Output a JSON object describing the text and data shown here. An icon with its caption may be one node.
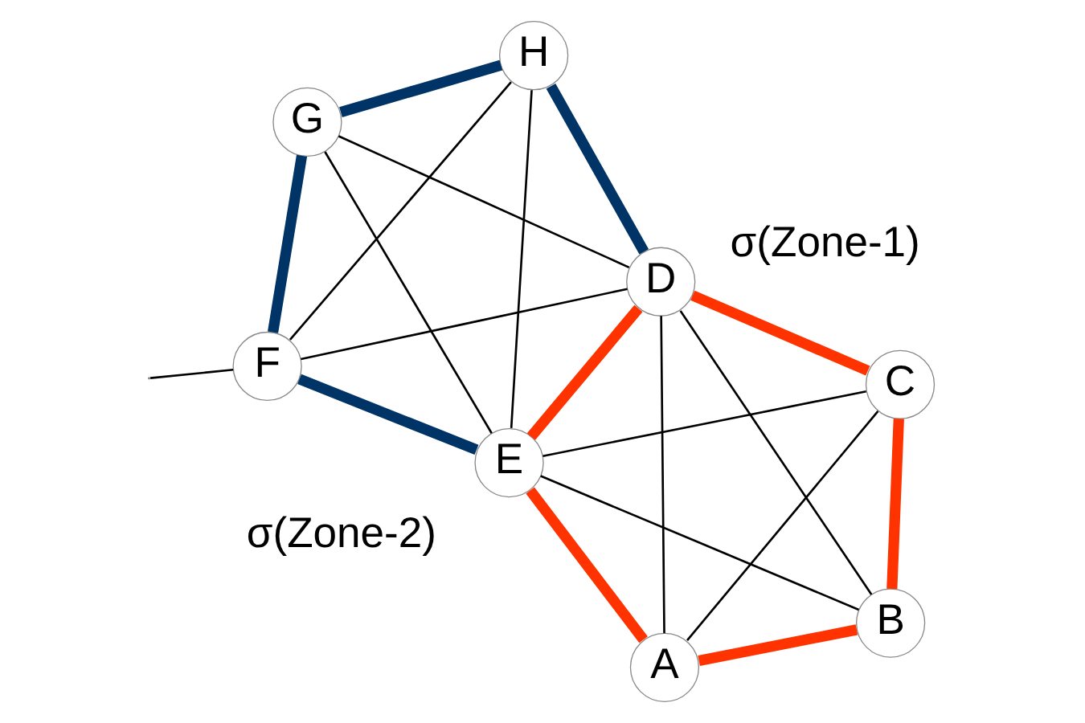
{
  "diagram": {
    "nodes": [
      {
        "text": [
          "A"
        ]
      },
      {
        "text": [
          "B"
        ]
      },
      {
        "text": [
          "C"
        ]
      },
      {
        "text": [
          "D"
        ]
      },
      {
        "text": [
          "E"
        ]
      },
      {
        "text": [
          "F"
        ]
      },
      {
        "text": [
          "G"
        ]
      },
      {
        "text": [
          "H"
        ]
      }
    ],
    "edges": [
      {
        "from": 0,
        "to": 1,
        "arrow": "none",
        "style": "thick",
        "color": "#ff3300"
      },
      {
        "from": 1,
        "to": 2,
        "arrow": "none",
        "style": "thick",
        "color": "#ff3300"
      },
      {
        "from": 2,
        "to": 3,
        "arrow": "none",
        "style": "thick",
        "color": "#ff3300"
      },
      {
        "from": 3,
        "to": 4,
        "arrow": "none",
        "style": "thick",
        "color": "#ff3300"
      },
      {
        "from": 4,
        "to": 0,
        "arrow": "none",
        "style": "thick",
        "color": "#ff3300"
      },
      {
        "from": 0,
        "to": 2,
        "arrow": "none"
      },
      {
        "from": 0,
        "to": 3,
        "arrow": "none"
      },
      {
        "from": 1,
        "to": 3,
        "arrow": "none"
      },
      {
        "from": 1,
        "to": 4,
        "arrow": "none"
      },
      {
        "from": 2,
        "to": 4,
        "arrow": "none"
      },
      {
        "from": 4,
        "to": 5,
        "arrow": "none",
        "style": "thick",
        "color": "#003366"
      },
      {
        "from": 5,
        "to": 6,
        "arrow": "none",
        "style": "thick",
        "color": "#003366"
      },
      {
        "from": 6,
        "to": 7,
        "arrow": "none",
        "style": "thick",
        "color": "#003366"
      },
      {
        "from": 7,
        "to": 3,
        "arrow": "none",
        "style": "thick",
        "color": "#003366"
      },
      {
        "from": 4,
        "to": 6,
        "arrow": "none"
      },
      {
        "from": 4,
        "to": 7,
        "arrow": "none"
      },
      {
        "from": 5,
        "to": 7,
        "arrow": "none"
      },
      {
        "from": 5,
        "to": 3,
        "arrow": "none"
      },
      {
        "from": 6,
        "to": 3,
        "arrow": "none"
      },
      {
        "from": 5,
        "to": null,
        "arrow": "none"
      }
    ],
    "labels": [
      "σ(Zone-2)",
      "σ(Zone-1)"
    ]
  }
}
